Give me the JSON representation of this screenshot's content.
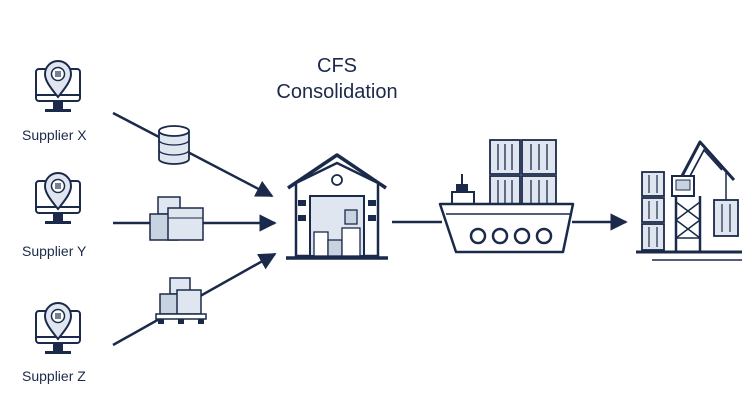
{
  "title": {
    "line1": "CFS",
    "line2": "Consolidation"
  },
  "suppliers": [
    {
      "label": "Supplier X"
    },
    {
      "label": "Supplier Y"
    },
    {
      "label": "Supplier Z"
    }
  ],
  "icons": {
    "supplier": "monitor-location-pin-icon",
    "cargo_x": "stacked-drums-icon",
    "cargo_y": "boxes-icon",
    "cargo_z": "pallet-boxes-icon",
    "cfs": "warehouse-icon",
    "ship": "container-ship-icon",
    "port": "port-crane-icon"
  },
  "colors": {
    "ink": "#1b2a4a",
    "fill_light": "#dfe6f0",
    "fill_mid": "#c8d3e2",
    "background": "#ffffff"
  }
}
